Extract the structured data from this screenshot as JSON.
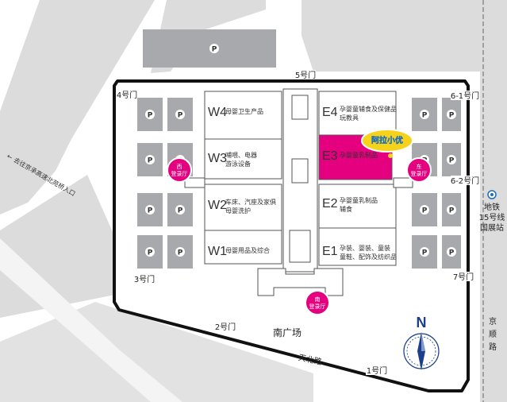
{
  "map": {
    "parking_symbol": "P",
    "halls": {
      "W4": {
        "code": "W4",
        "desc": [
          "母婴卫生产品"
        ]
      },
      "W3": {
        "code": "W3",
        "desc": [
          "哺喂、电器",
          "游泳设备"
        ]
      },
      "W2": {
        "code": "W2",
        "desc": [
          "车床、汽座及家俱",
          "母婴洗护"
        ]
      },
      "W1": {
        "code": "W1",
        "desc": [
          "母婴用品及综合"
        ]
      },
      "E4": {
        "code": "E4",
        "desc": [
          "孕婴童辅食及保健品",
          "玩教具"
        ]
      },
      "E3": {
        "code": "E3",
        "desc": [
          "孕婴童乳制品"
        ]
      },
      "E2": {
        "code": "E2",
        "desc": [
          "孕婴童乳制品",
          "辅食"
        ]
      },
      "E1": {
        "code": "E1",
        "desc": [
          "孕装、婴装、童装",
          "童鞋、配饰及纺织品"
        ]
      }
    },
    "gates": {
      "g1": "1号门",
      "g2": "2号门",
      "g3": "3号门",
      "g4": "4号门",
      "g5": "5号门",
      "g6_1": "6-1号门",
      "g6_2": "6-2号门",
      "g7": "7号门"
    },
    "registration": {
      "west": [
        "西",
        "登录厅"
      ],
      "east": [
        "东",
        "登录厅"
      ],
      "south": [
        "南",
        "登录厅"
      ]
    },
    "plaza": "南广场",
    "road_south": "天北路",
    "road_east": [
      "京",
      "顺",
      "路"
    ],
    "highway_label": "去往京承高速北苑桥入口",
    "metro": {
      "title": "地铁",
      "line": "15号线",
      "station": "国展站"
    },
    "compass": "N",
    "logo": "阿拉小优",
    "colors": {
      "highlight": "#e5007f",
      "road": "#d9d9d9",
      "parking": "#a7a9ac",
      "hall_border": "#555555",
      "logo": "#f7d21a"
    }
  }
}
